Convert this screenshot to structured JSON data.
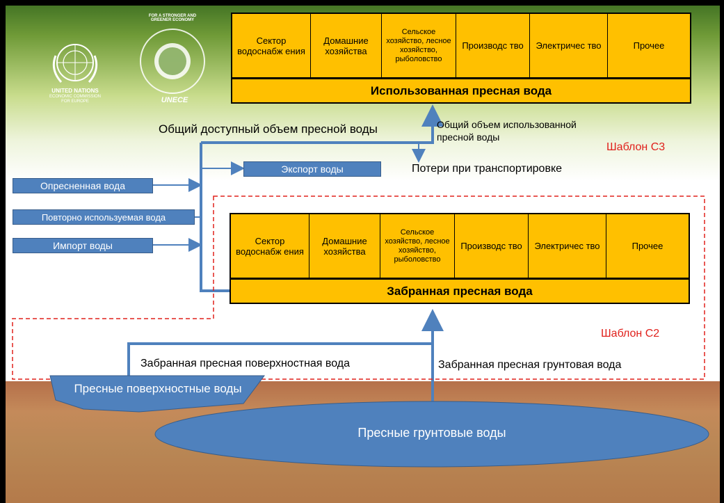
{
  "used_table": {
    "sectors": [
      "Сектор водоснабж ения",
      "Домашние хозяйства",
      "Сельское хозяйство, лесное хозяйство, рыболовство",
      "Производс тво",
      "Электричес тво",
      "Прочее"
    ],
    "footer": "Использованная пресная вода"
  },
  "withdrawn_table": {
    "sectors": [
      "Сектор водоснабж ения",
      "Домашние хозяйства",
      "Сельское хозяйство, лесное хозяйство, рыболовство",
      "Производс тво",
      "Электричес тво",
      "Прочее"
    ],
    "footer": "Забранная пресная вода"
  },
  "labels": {
    "total_available": "Общий доступный объем пресной воды",
    "total_used": "Общий объем использованной пресной воды",
    "transport_losses": "Потери при транспортировке",
    "surface_withdrawn": "Забранная пресная поверхностная вода",
    "ground_withdrawn": "Забранная пресная грунтовая вода",
    "template_c3": "Шаблон С3",
    "template_c2": "Шаблон С2"
  },
  "inputs": {
    "desalinated": "Опресненная вода",
    "reused": "Повторно используемая вода",
    "import": "Импорт воды",
    "export": "Экспорт воды"
  },
  "water_bodies": {
    "surface": "Пресные поверхностные воды",
    "ground": "Пресные грунтовые воды"
  },
  "logos": {
    "un_name": "UNITED NATIONS",
    "un_sub1": "ECONOMIC COMMISSION",
    "un_sub2": "FOR EUROPE",
    "unece_ring": "FOR A STRONGER AND GREENER ECONOMY",
    "unece_short": "UNECE"
  },
  "colors": {
    "table_fill": "#ffc000",
    "arrow_blue": "#4f81bd",
    "template_red": "#e0201b"
  }
}
